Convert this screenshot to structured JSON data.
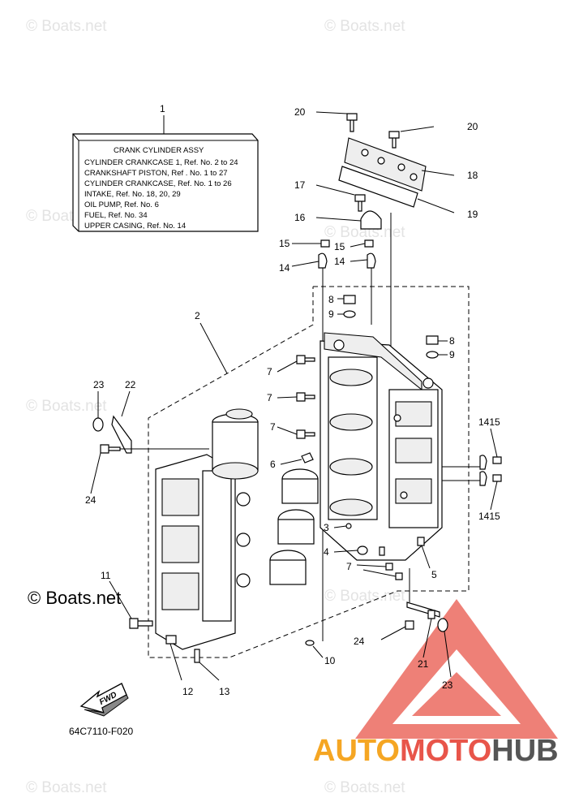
{
  "watermarks": [
    "© Boats.net",
    "© Boats.net",
    "© Boats.net",
    "© Boats.net",
    "© Boats.net",
    "© Boats.net",
    "© Boats.net",
    "© Boats.net"
  ],
  "prominent_watermark": "© Boats.net",
  "assembly_box": {
    "ref": "1",
    "title": "CRANK CYLINDER ASSY",
    "lines": [
      "CYLINDER CRANKCASE 1,  Ref. No. 2  to  24",
      "CRANKSHAFT PISTON,  Ref . No. 1  to  27",
      "CYLINDER CRANKCASE,  Ref. No. 1  to  26",
      "INTAKE,   Ref. No. 18, 20, 29",
      "OIL PUMP,   Ref. No. 6",
      "FUEL,   Ref. No. 34",
      "UPPER CASING,   Ref. No. 14"
    ]
  },
  "callouts": {
    "c2": "2",
    "c20a": "20",
    "c20b": "20",
    "c18": "18",
    "c17": "17",
    "c19": "19",
    "c16": "16",
    "c15a": "15",
    "c15b": "15",
    "c14a": "14",
    "c14b": "14",
    "c8a": "8",
    "c9a": "9",
    "c8b": "8",
    "c9b": "9",
    "c7a": "7",
    "c7b": "7",
    "c7c": "7",
    "c7d": "7",
    "c23a": "23",
    "c22": "22",
    "c24a": "24",
    "c6": "6",
    "c3": "3",
    "c4": "4",
    "c5": "5",
    "c1415a": "1415",
    "c1415b": "1415",
    "c11": "11",
    "c12": "12",
    "c13": "13",
    "c10": "10",
    "c24b": "24",
    "c21": "21",
    "c23b": "23"
  },
  "fwd_label": "FWD",
  "diagram_code": "64C7110-F020",
  "brand": {
    "part1": "AUTO",
    "part2": "MOTO",
    "part3": "HUB"
  },
  "colors": {
    "logo_triangle": "#e8554a",
    "brand_orange": "#f5a623",
    "brand_red": "#e8554a",
    "brand_gray": "#555555"
  },
  "icons": [
    "fwd-arrow-icon",
    "warning-triangle-logo"
  ]
}
